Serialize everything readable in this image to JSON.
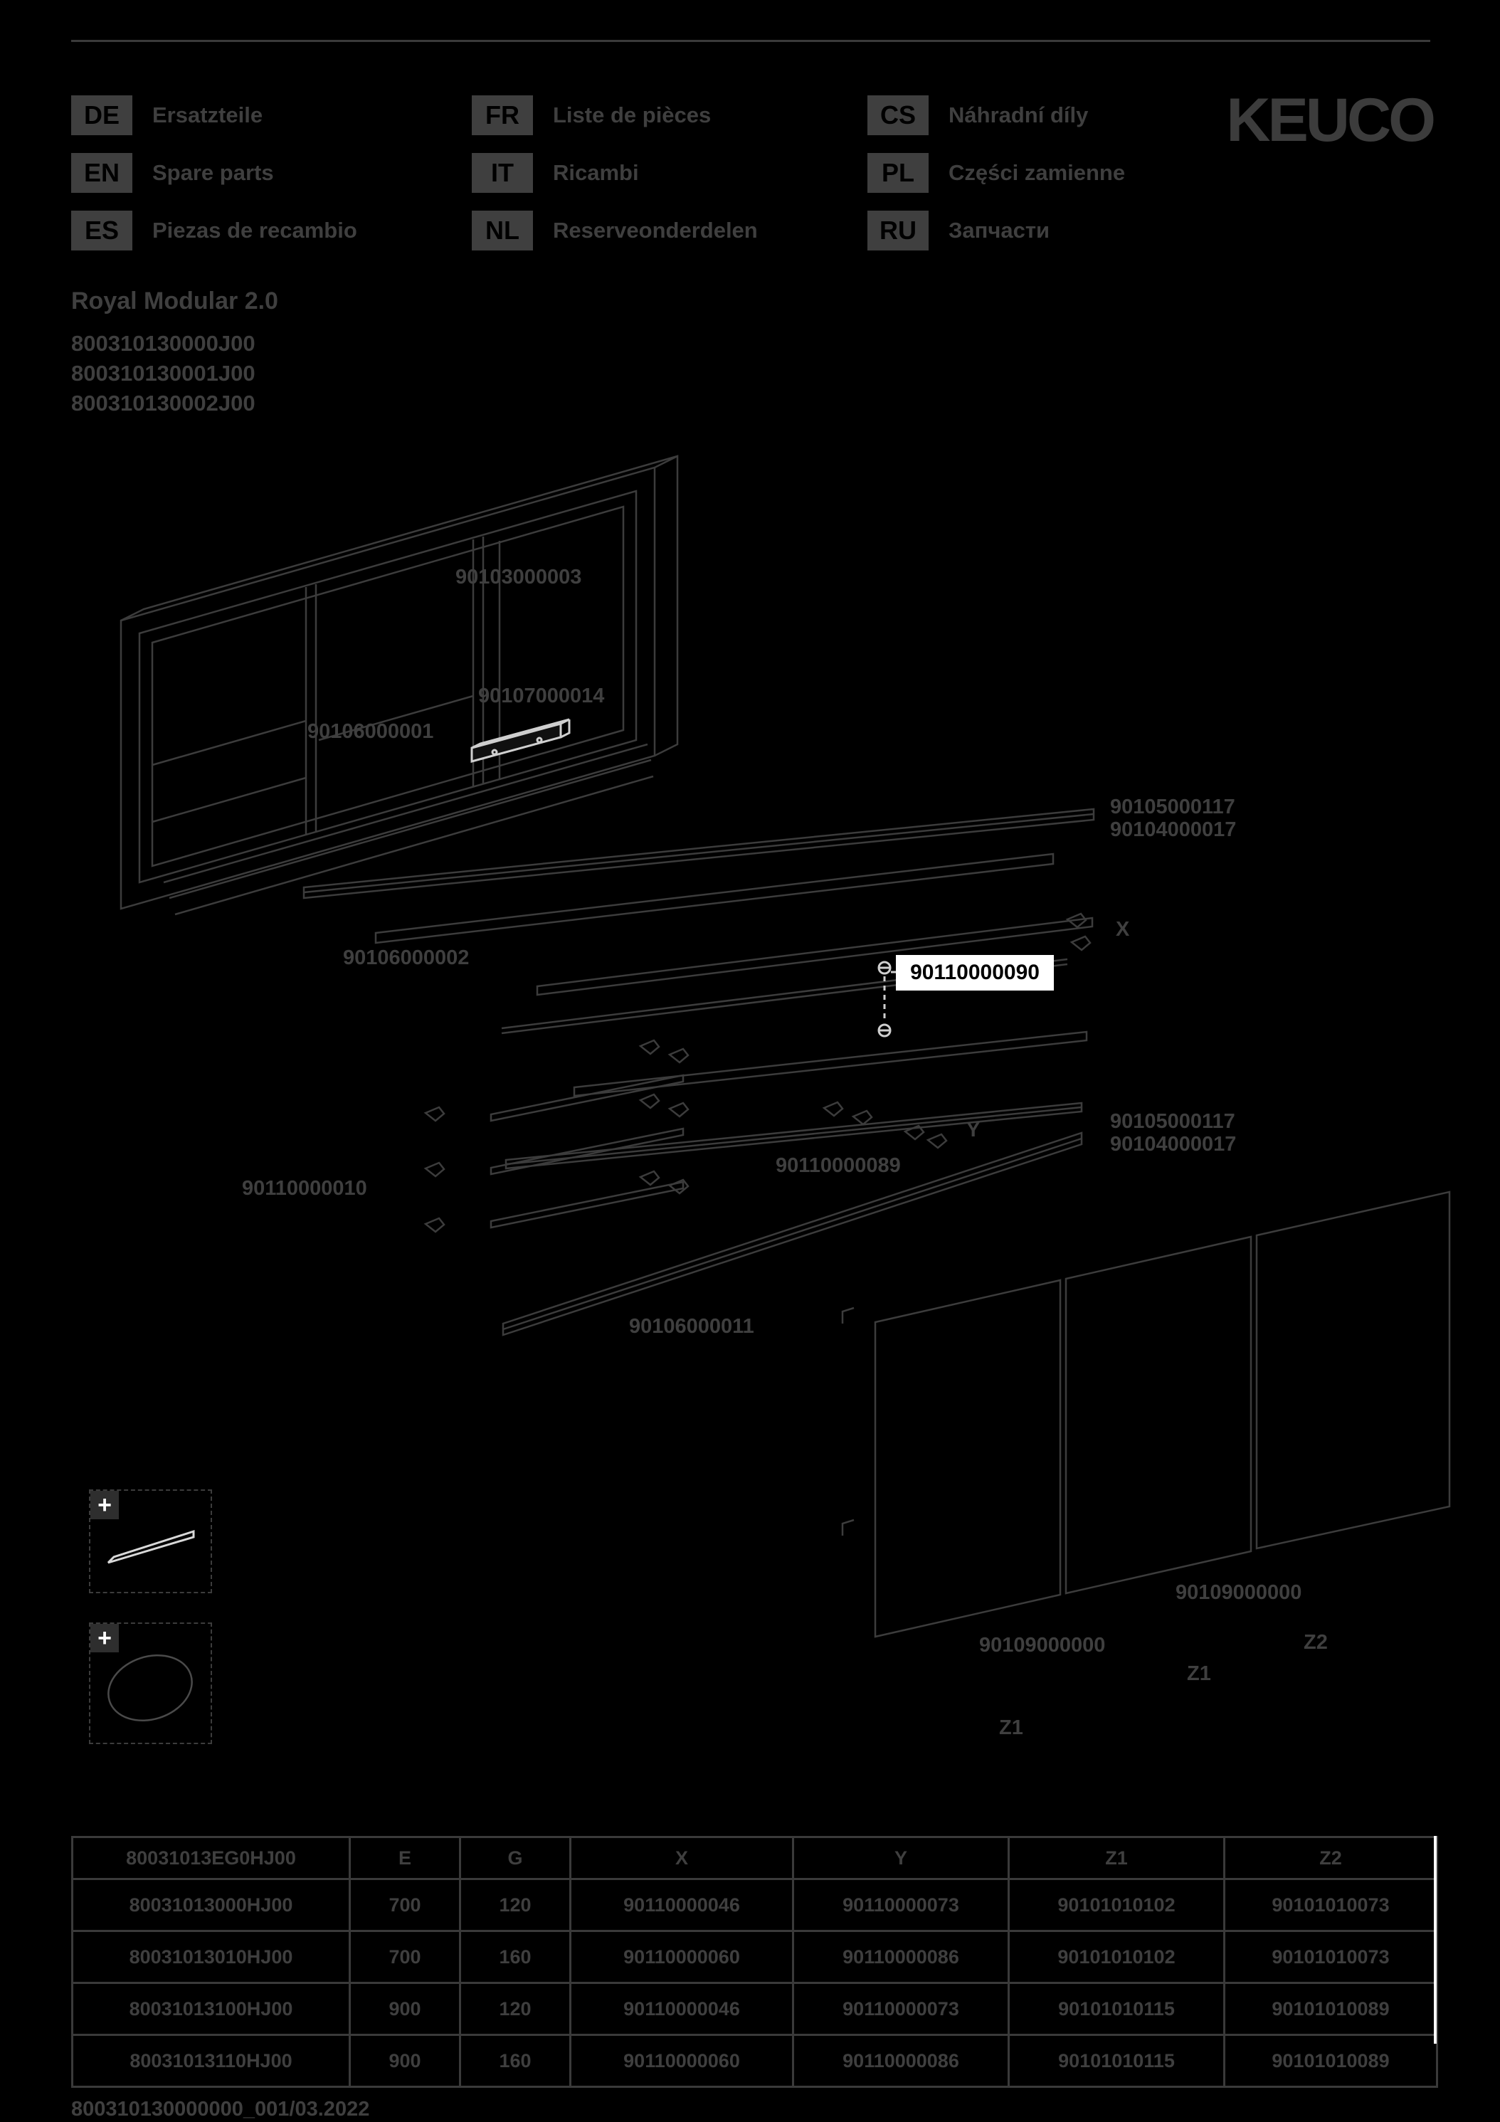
{
  "page": {
    "footer": "800310130000000_001/03.2022"
  },
  "brand": {
    "logo": "KEUCO"
  },
  "languages": [
    {
      "code": "DE",
      "label": "Ersatzteile"
    },
    {
      "code": "EN",
      "label": "Spare parts"
    },
    {
      "code": "ES",
      "label": "Piezas de recambio"
    },
    {
      "code": "FR",
      "label": "Liste de pièces"
    },
    {
      "code": "IT",
      "label": "Ricambi"
    },
    {
      "code": "NL",
      "label": "Reserveonderdelen"
    },
    {
      "code": "CS",
      "label": "Náhradní díly"
    },
    {
      "code": "PL",
      "label": "Części zamienne"
    },
    {
      "code": "RU",
      "label": "Запчасти"
    }
  ],
  "product": {
    "name": "Royal Modular 2.0",
    "variants": [
      "800310130000J00",
      "800310130001J00",
      "800310130002J00"
    ]
  },
  "diagram": {
    "highlight": "90110000090",
    "labels": [
      "90103000003",
      "90107000014",
      "90106000001",
      "90105000117",
      "90104000017",
      "X",
      "90106000002",
      "Y",
      "90110000089",
      "90105000117",
      "90104000017",
      "90110000010",
      "90106000011",
      "90109000000",
      "90109000000",
      "Z2",
      "Z1",
      "Z1"
    ]
  },
  "table": {
    "headers": [
      "80031013EG0HJ00",
      "E",
      "G",
      "X",
      "Y",
      "Z1",
      "Z2"
    ],
    "rows": [
      [
        "80031013000HJ00",
        "700",
        "120",
        "90110000046",
        "90110000073",
        "90101010102",
        "90101010073"
      ],
      [
        "80031013010HJ00",
        "700",
        "160",
        "90110000060",
        "90110000086",
        "90101010102",
        "90101010073"
      ],
      [
        "80031013100HJ00",
        "900",
        "120",
        "90110000046",
        "90110000073",
        "90101010115",
        "90101010089"
      ],
      [
        "80031013110HJ00",
        "900",
        "160",
        "90110000060",
        "90110000086",
        "90101010115",
        "90101010089"
      ]
    ]
  }
}
